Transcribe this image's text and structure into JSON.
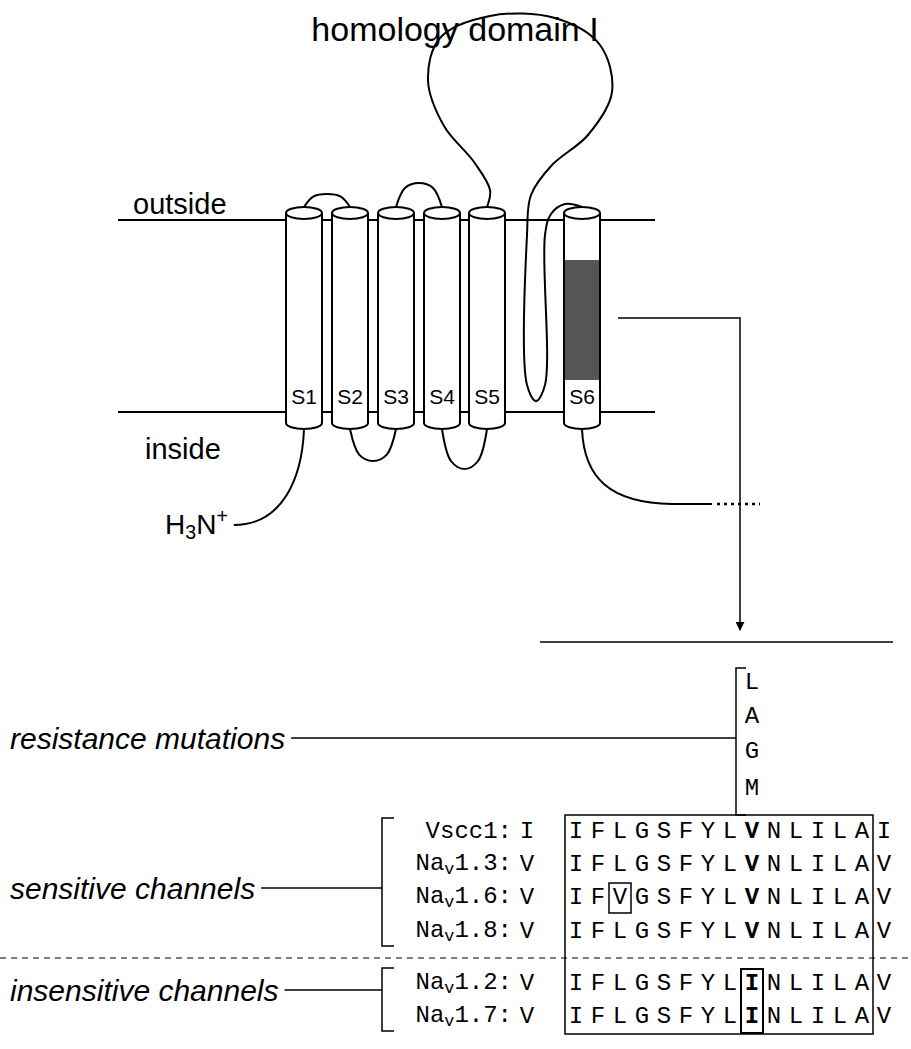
{
  "diagram": {
    "title": "homology domain I",
    "nodes": [
      {
        "text": [
          "S1"
        ]
      },
      {
        "text": [
          "S2"
        ]
      },
      {
        "text": [
          "S3"
        ]
      },
      {
        "text": [
          "S4"
        ]
      },
      {
        "text": [
          "S5"
        ]
      },
      {
        "text": [
          "S6"
        ]
      }
    ],
    "edges": [
      {
        "from": 0,
        "to": 1,
        "arrow": "none"
      },
      {
        "from": 1,
        "to": 2,
        "arrow": "none"
      },
      {
        "from": 2,
        "to": 3,
        "arrow": "none"
      },
      {
        "from": 3,
        "to": 4,
        "arrow": "none"
      },
      {
        "from": 4,
        "to": 5,
        "arrow": "none"
      }
    ],
    "labels": [
      "outside",
      "inside",
      "H3N+",
      "resistance mutations",
      "L",
      "A",
      "G",
      "M",
      "sensitive channels",
      "Vscc1:",
      "IIFLGSFYLVNLILAI",
      "Nav1.3:",
      "VIFLGSFYLVNLILAV",
      "Nav1.6:",
      "VIFVGSFYLVNLILAV",
      "Nav1.8:",
      "VIFLGSFYLVNLILAV",
      "insensitive channels",
      "Nav1.2:",
      "VIFLGSFYLINLILAV",
      "Nav1.7:",
      "VIFLGSFYLINLILAV"
    ]
  }
}
